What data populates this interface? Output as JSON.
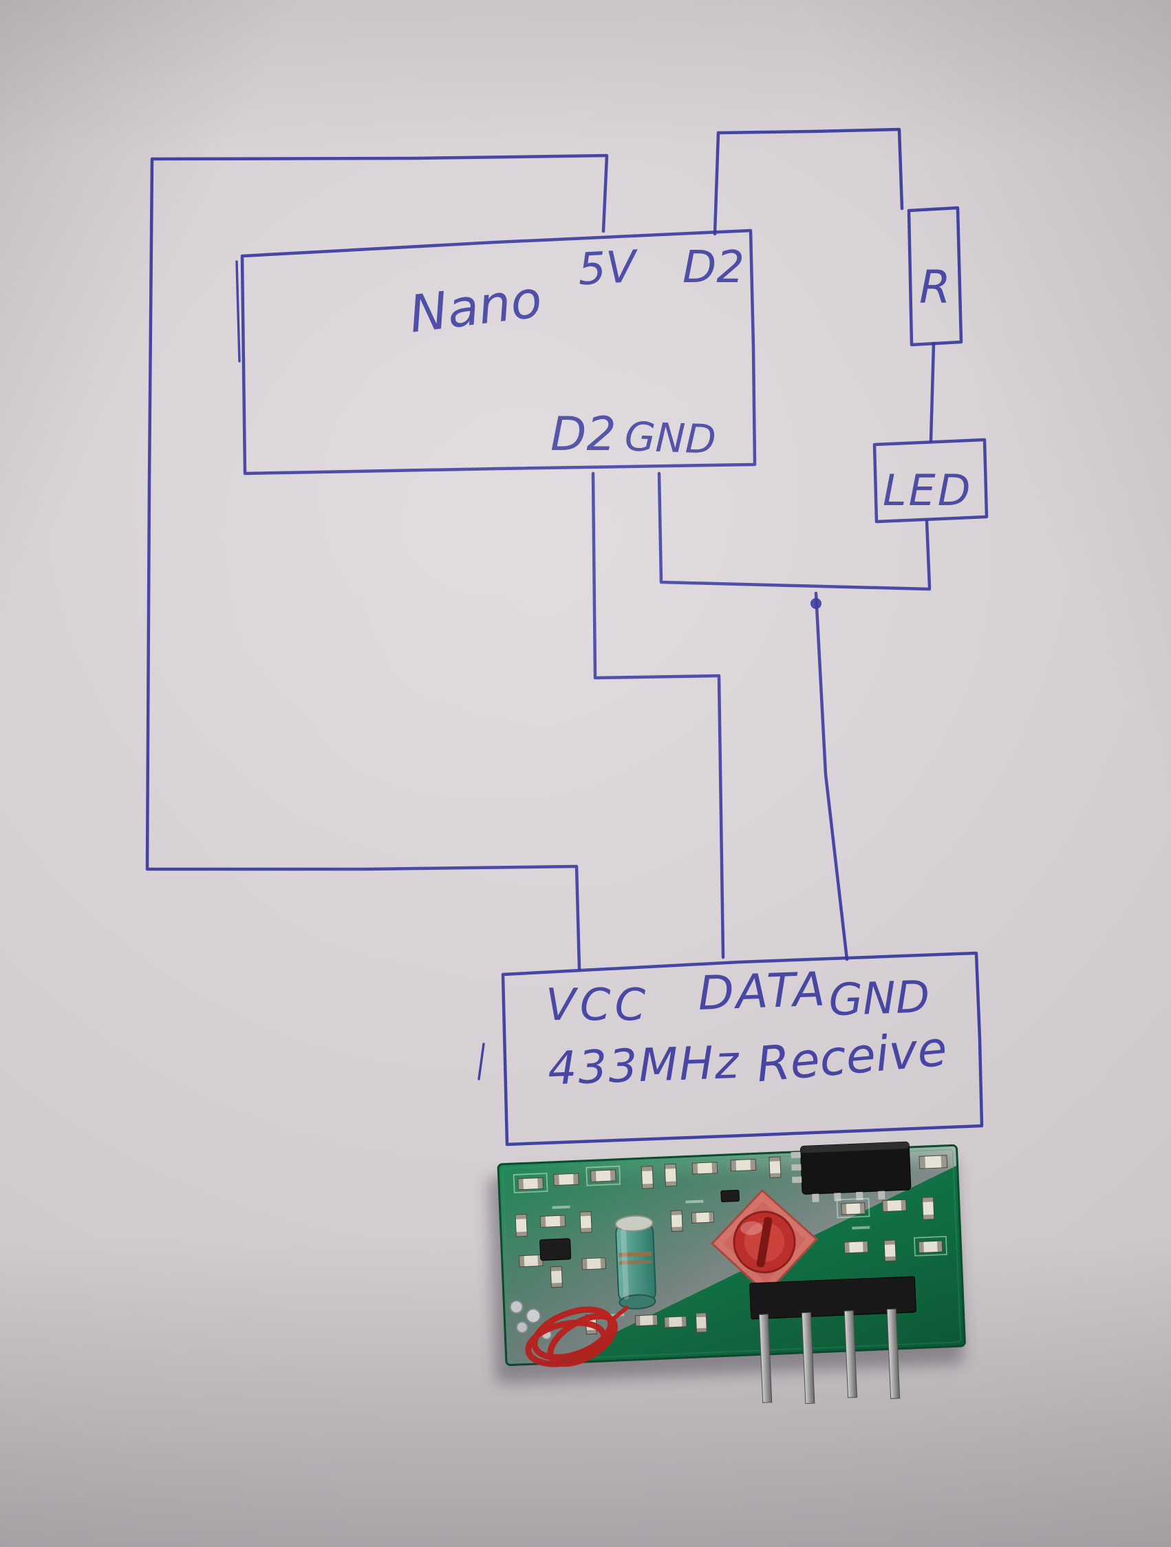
{
  "figure": {
    "description": "Hand-drawn wiring schematic of an Arduino Nano connected to a 433MHz receiver module, with resistor and LED, photographed above the actual green receiver PCB"
  },
  "labels": {
    "nano": "Nano",
    "nano_pin_5v": "5V",
    "nano_pin_d2_top": "D2",
    "nano_pin_d2_bottom": "D2",
    "nano_pin_gnd": "GND",
    "resistor": "R",
    "led": "LED",
    "receiver_vcc": "VCC",
    "receiver_data": "DATA",
    "receiver_gnd": "GND",
    "receiver_freq": "433MHz",
    "receiver_name": "Receive"
  },
  "colors": {
    "ink": "#33339c",
    "paper": "#d7d1d5",
    "pcb_green": "#14794a",
    "trimmer_red": "#bd2f2c",
    "antenna_coil_red": "#c41f1c",
    "ic_black": "#141414",
    "pin_silver": "#b8b8b8"
  }
}
